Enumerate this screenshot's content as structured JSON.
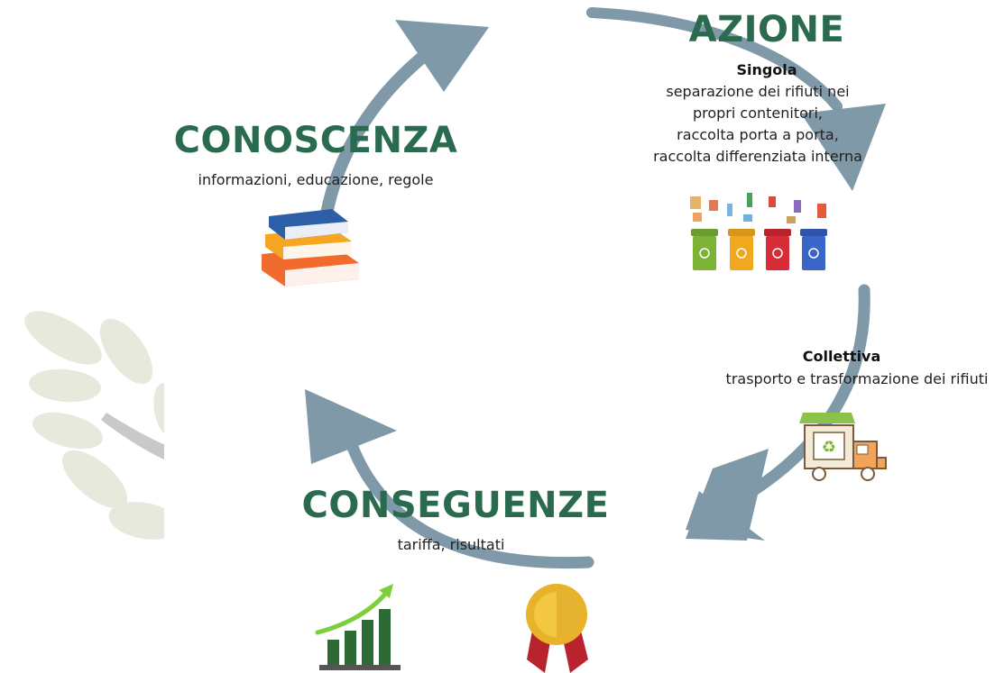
{
  "diagram": {
    "colors": {
      "heading": "#2a6b4f",
      "arrow": "#7f99a8",
      "leaf": "#e7e9dd",
      "leaf_stem": "#c9c9c9"
    },
    "conoscenza": {
      "title": "CONOSCENZA",
      "description": "informazioni, educazione, regole",
      "icon": "books-icon"
    },
    "azione": {
      "title": "AZIONE",
      "singola": {
        "label": "Singola",
        "lines": [
          "separazione dei rifiuti nei",
          "propri contenitori,",
          "raccolta porta a porta,",
          "raccolta differenziata interna"
        ],
        "icon": "recycling-bins-icon"
      },
      "collettiva": {
        "label": "Collettiva",
        "description": "trasporto e trasformazione dei rifiuti",
        "icon": "recycling-truck-icon"
      }
    },
    "conseguenze": {
      "title": "CONSEGUENZE",
      "description": "tariffa, risultati",
      "icons": [
        "growth-chart-icon",
        "award-medal-icon"
      ]
    }
  }
}
